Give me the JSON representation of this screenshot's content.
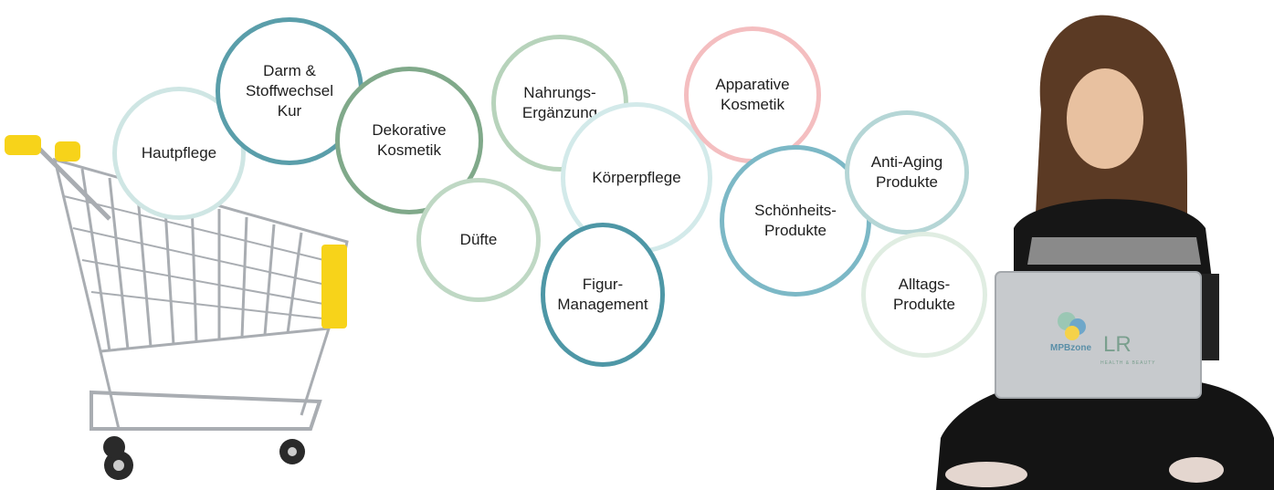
{
  "categories": [
    {
      "label": "Hautpflege",
      "color": "#cfe6e4"
    },
    {
      "label": "Darm &\nStoffwechsel\nKur",
      "color": "#5a9eaa"
    },
    {
      "label": "Dekorative\nKosmetik",
      "color": "#80a98a"
    },
    {
      "label": "Düfte",
      "color": "#bfd8c4"
    },
    {
      "label": "Nahrungs-\nErgänzung",
      "color": "#b7d3bb"
    },
    {
      "label": "Körperpflege",
      "color": "#d3eaea"
    },
    {
      "label": "Figur-\nManagement",
      "color": "#4e97a6"
    },
    {
      "label": "Apparative\nKosmetik",
      "color": "#f4bec0"
    },
    {
      "label": "Schönheits-\nProdukte",
      "color": "#7cb8c6"
    },
    {
      "label": "Anti-Aging\nProdukte",
      "color": "#b5d6d6"
    },
    {
      "label": "Alltags-\nProdukte",
      "color": "#e0ede2"
    }
  ],
  "logo": {
    "brand": "MPBzone",
    "partner": "LR",
    "tagline": "HEALTH & BEAUTY"
  }
}
